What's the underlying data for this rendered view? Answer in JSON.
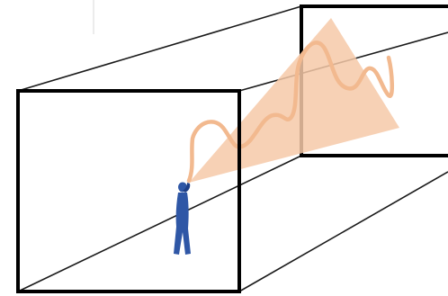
{
  "diagram": {
    "colors": {
      "background": "#ffffff",
      "frame_stroke": "#000000",
      "edge_stroke": "#1a1a1a",
      "view_cone_fill": "#f6c9a8",
      "path_stroke": "#f2b98f",
      "figure_fill": "#2f57a6",
      "figure_shade": "#1f3f86"
    },
    "elements": {
      "near_frame": "near-frame",
      "far_frame": "far-frame",
      "corridor_edges": "corridor-edges",
      "view_cone": "view-cone",
      "wandering_path": "wandering-path",
      "person_figure": "person-figure"
    }
  }
}
